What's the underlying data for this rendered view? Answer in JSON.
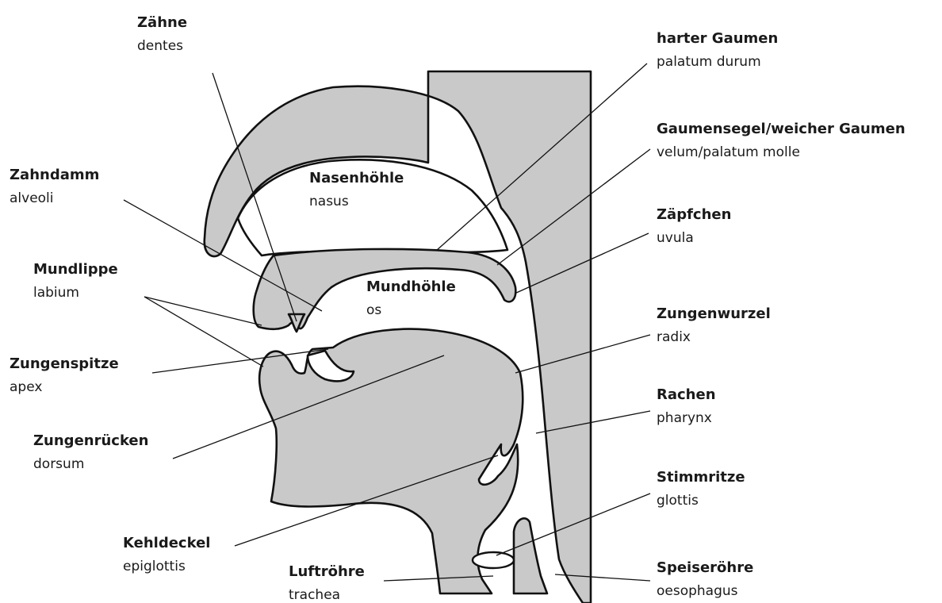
{
  "labels": {
    "zaehne": {
      "de": "Zähne",
      "la": "dentes"
    },
    "zahndamm": {
      "de": "Zahndamm",
      "la": "alveoli"
    },
    "mundlippe": {
      "de": "Mundlippe",
      "la": "labium"
    },
    "zungenspitze": {
      "de": "Zungenspitze",
      "la": "apex"
    },
    "zungenruecken": {
      "de": "Zungenrücken",
      "la": "dorsum"
    },
    "kehldeckel": {
      "de": "Kehldeckel",
      "la": "epiglottis"
    },
    "luftroehre": {
      "de": "Luftröhre",
      "la": "trachea"
    },
    "nasenhoehle": {
      "de": "Nasenhöhle",
      "la": "nasus"
    },
    "mundhoehle": {
      "de": "Mundhöhle",
      "la": "os"
    },
    "harter_gaumen": {
      "de": "harter Gaumen",
      "la": "palatum durum"
    },
    "gaumensegel": {
      "de": "Gaumensegel/weicher Gaumen",
      "la": "velum/palatum molle"
    },
    "zaepfchen": {
      "de": "Zäpfchen",
      "la": "uvula"
    },
    "zungenwurzel": {
      "de": "Zungenwurzel",
      "la": "radix"
    },
    "rachen": {
      "de": "Rachen",
      "la": "pharynx"
    },
    "stimmritze": {
      "de": "Stimmritze",
      "la": "glottis"
    },
    "speiseroehre": {
      "de": "Speiseröhre",
      "la": "oesophagus"
    }
  },
  "colors": {
    "tissue": "#c9c9c9",
    "outline": "#111111",
    "background": "#ffffff"
  }
}
